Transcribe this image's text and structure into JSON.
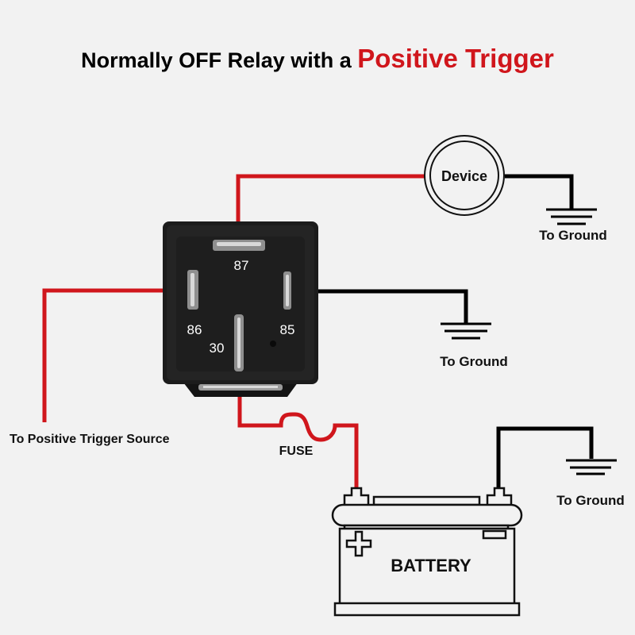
{
  "title": {
    "prefix": "Normally OFF Relay with a",
    "highlight": "Positive Trigger"
  },
  "colors": {
    "background": "#f2f2f2",
    "positive_wire": "#d0161c",
    "ground_wire": "#000000",
    "relay_body": "#1c1c1c"
  },
  "relay": {
    "pins": {
      "p87": "87",
      "p86": "86",
      "p85": "85",
      "p30": "30"
    }
  },
  "device": {
    "label": "Device"
  },
  "fuse": {
    "label": "FUSE"
  },
  "battery": {
    "label": "BATTERY",
    "positive_symbol": "plus-icon",
    "negative_symbol": "minus-icon"
  },
  "labels": {
    "ground_device": "To Ground",
    "ground_pin85": "To Ground",
    "ground_battery": "To Ground",
    "trigger_source": "To Positive Trigger Source"
  }
}
